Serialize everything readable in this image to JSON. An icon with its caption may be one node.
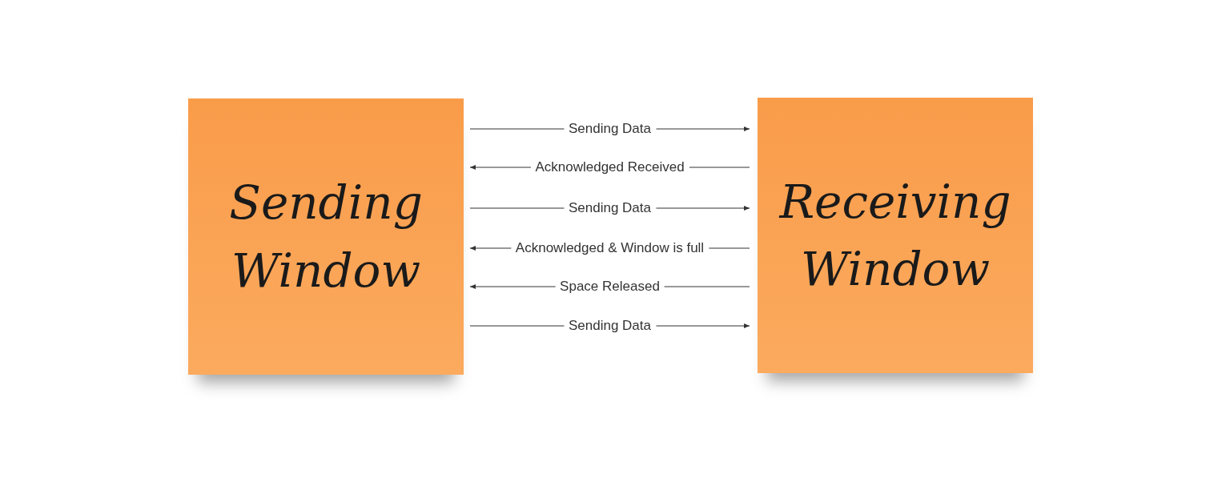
{
  "diagram": {
    "nodes": [
      {
        "text": [
          "Sending Window"
        ]
      },
      {
        "text": [
          "Receiving Window"
        ]
      }
    ],
    "edges": [
      {
        "from": 0,
        "to": 1,
        "arrow": "to",
        "label": "Sending Data"
      },
      {
        "from": 1,
        "to": 0,
        "arrow": "to",
        "label": "Acknowledged Received"
      },
      {
        "from": 0,
        "to": 1,
        "arrow": "to",
        "label": "Sending Data"
      },
      {
        "from": 1,
        "to": 0,
        "arrow": "to",
        "label": "Acknowledged & Window is full"
      },
      {
        "from": 1,
        "to": 0,
        "arrow": "to",
        "label": "Space Released"
      },
      {
        "from": 0,
        "to": 1,
        "arrow": "to",
        "label": "Sending Data"
      }
    ]
  }
}
